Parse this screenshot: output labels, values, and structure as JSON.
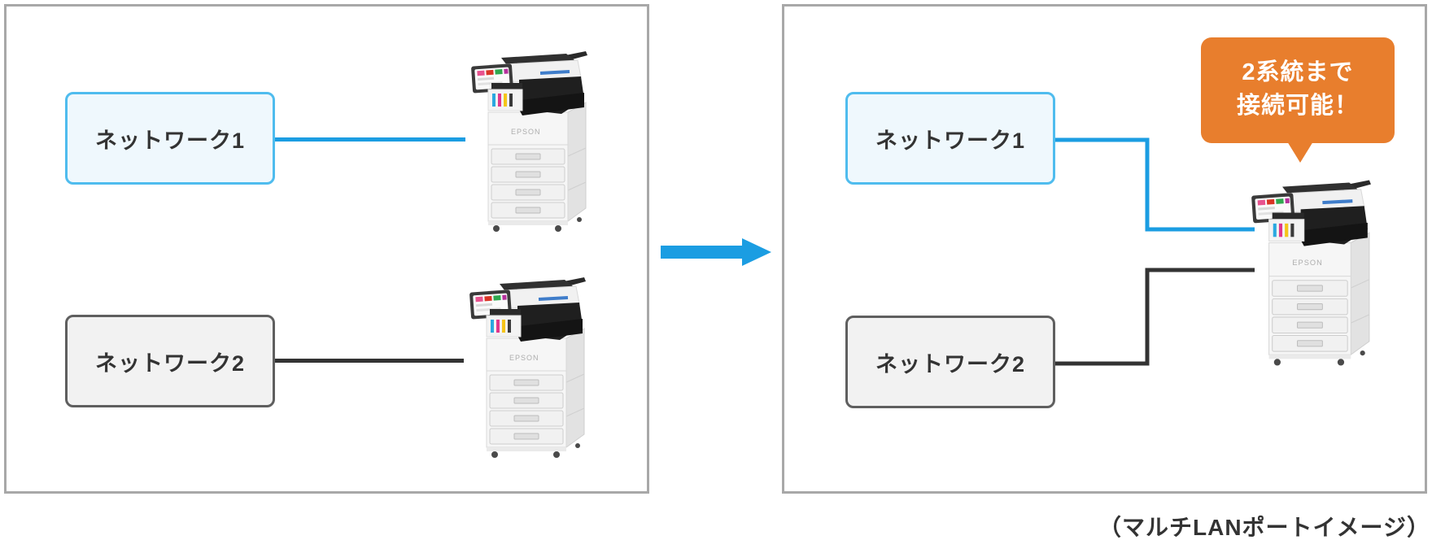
{
  "diagram": {
    "caption": "（マルチLANポートイメージ）",
    "before": {
      "network1_label": "ネットワーク1",
      "network2_label": "ネットワーク2"
    },
    "after": {
      "network1_label": "ネットワーク1",
      "network2_label": "ネットワーク2",
      "callout_line1": "2系統まで",
      "callout_line2": "接続可能！"
    },
    "printer_brand": "EPSON",
    "colors": {
      "accent_blue": "#1b9de2",
      "network1_border": "#4fbcee",
      "network1_bg": "#eff8fd",
      "network2_border": "#5f5f5f",
      "network2_bg": "#f2f2f2",
      "cable_dark": "#333333",
      "callout_orange": "#e87e2d",
      "panel_border": "#a8a8a8",
      "text": "#333333"
    }
  }
}
